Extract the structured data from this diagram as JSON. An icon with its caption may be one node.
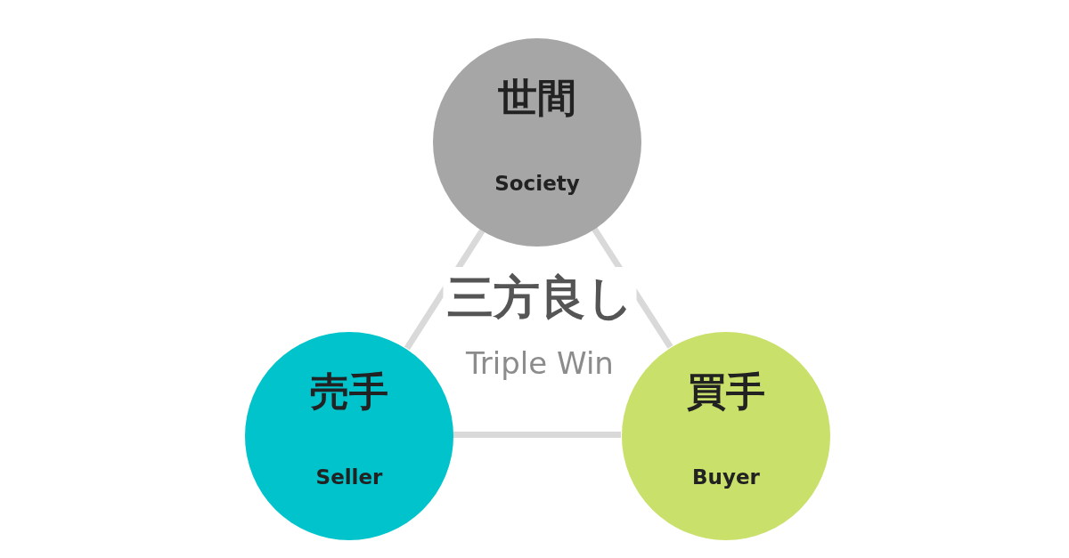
{
  "diagram": {
    "nodes": [
      {
        "text": [
          "世間",
          "Society"
        ]
      },
      {
        "text": [
          "売手",
          "Seller"
        ]
      },
      {
        "text": [
          "買手",
          "Buyer"
        ]
      }
    ],
    "edges": [
      {
        "from": 0,
        "to": 1,
        "arrow": "none"
      },
      {
        "from": 0,
        "to": 2,
        "arrow": "none"
      },
      {
        "from": 1,
        "to": 2,
        "arrow": "none"
      }
    ],
    "labels": [
      "三方良し",
      "Triple Win"
    ]
  }
}
